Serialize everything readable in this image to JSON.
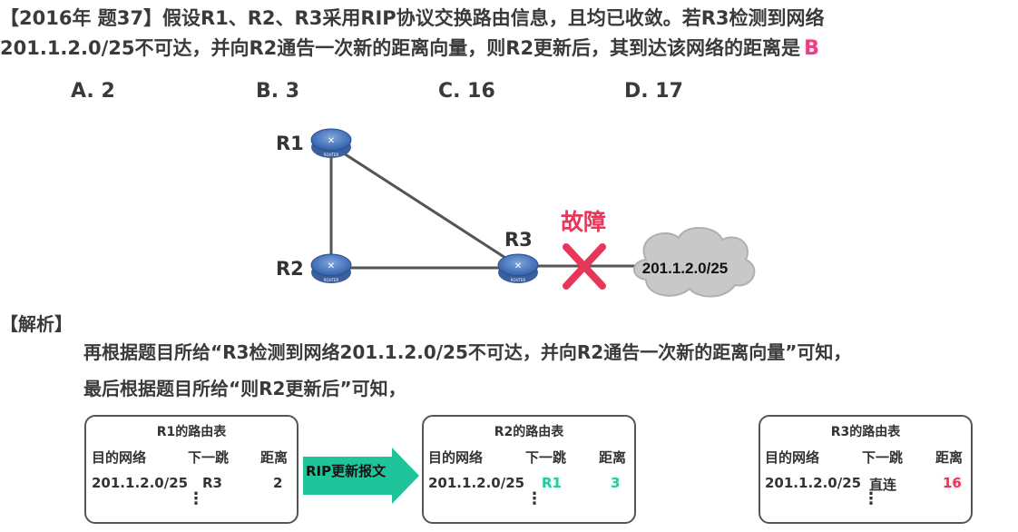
{
  "question": {
    "line1": "【2016年 题37】假设R1、R2、R3采用RIP协议交换路由信息，且均已收敛。若R3检测到网络",
    "line2": "201.1.2.0/25不可达，并向R2通告一次新的距离向量，则R2更新后，其到达该网络的距离是",
    "answer": "B"
  },
  "options": [
    "A. 2",
    "B. 3",
    "C. 16",
    "D. 17"
  ],
  "diagram": {
    "r1_label": "R1",
    "r2_label": "R2",
    "r3_label": "R3",
    "router_text": "ROUTER",
    "fault_label": "故障",
    "network_label": "201.1.2.0/25",
    "colors": {
      "router": "#3f6fb7",
      "fault": "#e8365a",
      "cloud": "#c8c8c8",
      "link": "#555555"
    }
  },
  "analysis": {
    "heading": "【解析】",
    "line1": "再根据题目所给“R3检测到网络201.1.2.0/25不可达，并向R2通告一次新的距离向量”可知，",
    "line2": "最后根据题目所给“则R2更新后”可知，"
  },
  "tables": {
    "r1": {
      "title": "R1的路由表",
      "h1": "目的网络",
      "h2": "下一跳",
      "h3": "距离",
      "net": "201.1.2.0/25",
      "next": "R3",
      "dist": "2",
      "more": "⋮"
    },
    "r2": {
      "title": "R2的路由表",
      "h1": "目的网络",
      "h2": "下一跳",
      "h3": "距离",
      "net": "201.1.2.0/25",
      "next": "R1",
      "dist": "3",
      "more": "⋮"
    },
    "r3": {
      "title": "R3的路由表",
      "h1": "目的网络",
      "h2": "下一跳",
      "h3": "距离",
      "net": "201.1.2.0/25",
      "next": "直连",
      "dist": "16",
      "more": "⋮"
    }
  },
  "arrow_label": "RIP更新报文",
  "accent_colors": {
    "answer": "#e83f87",
    "arrow": "#1fc49a",
    "highlight_green": "#27c9a2",
    "highlight_red": "#e8365a"
  }
}
